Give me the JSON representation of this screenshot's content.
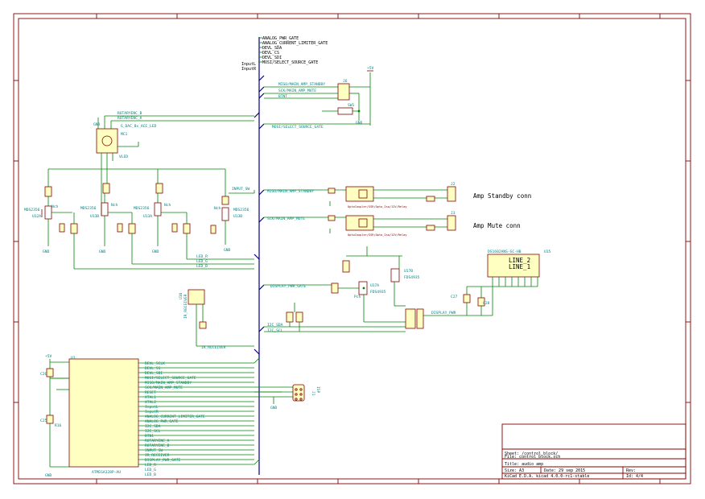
{
  "colors": {
    "wire": "#008400",
    "component": "#840000",
    "bus": "#000084",
    "label": "#008484",
    "background": "#ffffff",
    "body_fill": "#ffffc2"
  },
  "bus_labels": [
    "ANALOG_PWR_GATE",
    "ANALOG_CURRENT_LIMITER_GATE",
    "DEVL_SDA",
    "DEVL_CS",
    "DEVL_SDI",
    "MOSI/SELECT_SOURCE_GATE"
  ],
  "input_labels": [
    "InputL",
    "InputR"
  ],
  "relay": {
    "net_top": "MISO/MAIN_AMP_STANDBY",
    "net_mid": "SCK/MAIN_AMP_MUTE",
    "net_bot": "BTNT",
    "ref": "J6",
    "switch_ref": "SW1",
    "gnd": "GND",
    "supply": "+5V",
    "select_net": "MOSI/SELECT_SOURCE_GATE"
  },
  "dac": {
    "ref": "MC1",
    "value": "G_DAC_8x_ACE_LED",
    "nets": [
      "ROTARYENC_B",
      "ROTARYENC_A"
    ],
    "vdd": "VLED",
    "gnd": "GND"
  },
  "mosfets": [
    {
      "ref": "U12A",
      "value": "MDS2356",
      "tag": "Nch"
    },
    {
      "ref": "U13B",
      "value": "MDS2356",
      "tag": "Nch"
    },
    {
      "ref": "U13A",
      "value": "MDS2356",
      "tag": "Nch"
    },
    {
      "ref": "U13B",
      "value": "MDS2356",
      "tag": "Nch"
    }
  ],
  "gnd_labels": [
    "GND",
    "GND",
    "GND",
    "GND"
  ],
  "led_nets": [
    "LED_R",
    "LED_G",
    "LED_B"
  ],
  "input_sw_label": "INPUT_SW",
  "standby_section": {
    "net": "MISO/MAIN_AMP_STANDBY",
    "caption": "Amp Standby conn",
    "ref": "J2",
    "note": "OptoCoupler/SSR/Opto_Iso/12V/Relay"
  },
  "mute_section": {
    "net": "SCK/MAIN_AMP_MUTE",
    "caption": "Amp Mute conn",
    "ref": "J3",
    "note": "OptoCoupler/SSR/Opto_Iso/12V/Relay"
  },
  "display": {
    "part": "DS1602ANS-GC-HB",
    "ref": "U15",
    "line1": "LINE_2",
    "line2": "LINE_1",
    "pwr_net": "DISPLAY_PWR",
    "q1": "U17A",
    "q1_val": "FDS4935",
    "q2": "U17B",
    "q2_val": "FDS4935",
    "tag": "Pch",
    "c1": "C27",
    "c2": "C28",
    "net_in": "DISPLAY_PWR_GATE"
  },
  "i2c_nets": [
    "I2C_SDA",
    "I2C_SCL"
  ],
  "ir": {
    "ref": "U16",
    "value": "IR_RECEIVER",
    "net": "IR_RECEIVER"
  },
  "mcu": {
    "ref": "U1",
    "value": "ATMEGA328P-AU",
    "supply": "+5V",
    "caps": [
      "C26",
      "C25"
    ],
    "res": "R16",
    "nets": [
      "DEVL_SCLK",
      "DEVL_SS",
      "DEVL_SDI",
      "MOSI/SELECT_SOURCE_GATE",
      "MISO/MAIN_AMP_STANDBY",
      "SCK/MAIN_AMP_MUTE",
      "RESET",
      "XTAL1",
      "XTAL2",
      "InputL",
      "InputR",
      "ANALOG_CURRENT_LIMITER_GATE",
      "ANALOG_PWR_GATE",
      "I2C_SDA",
      "I2C_SCL",
      "BTN1",
      "ROTARYENC_A",
      "ROTARYENC_B",
      "INPUT_SW",
      "IR_RECEIVER",
      "DISPLAY_PWR_GATE",
      "LED_R",
      "LED_G",
      "LED_B"
    ],
    "gnd": "GND"
  },
  "isp": {
    "ref": "J1",
    "value": "ISP",
    "gnd": "GND"
  },
  "title_block": {
    "sheet": "Sheet: /control_block/",
    "file": "File: control_block.sch",
    "title": "Title: audio amp",
    "size": "Size: A3",
    "date": "Date: 29 sep 2015",
    "rev": "Rev:",
    "tool": "KiCad E.D.A.  kicad 4.0.0-rc1-stable",
    "id": "Id: 4/4"
  }
}
